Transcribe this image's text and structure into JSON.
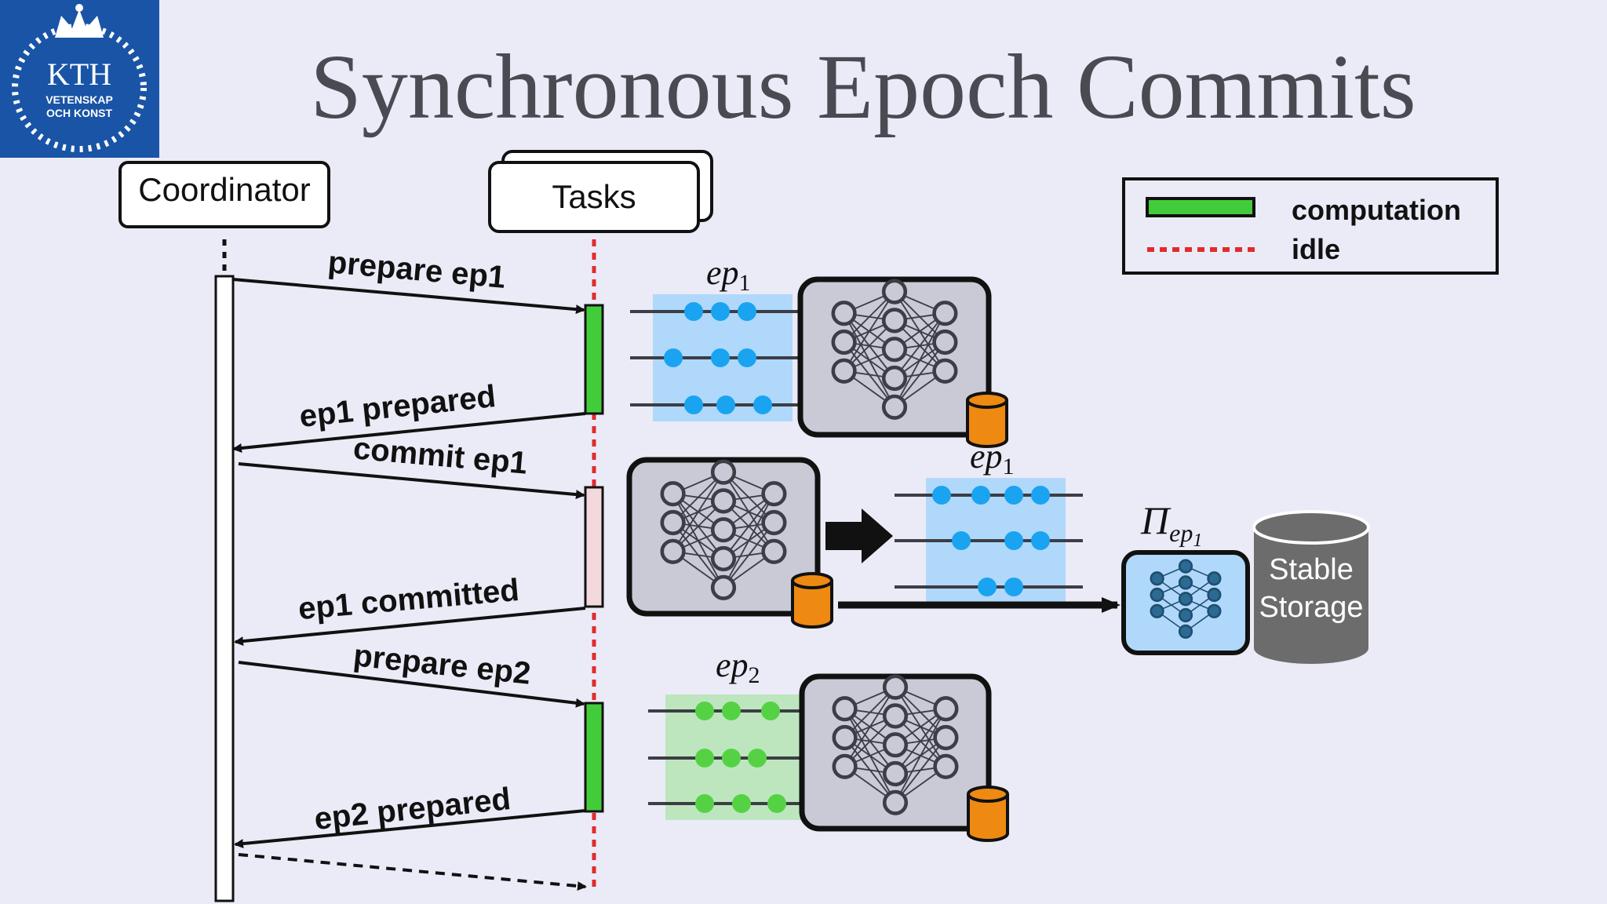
{
  "slide": {
    "title": "Synchronous Epoch Commits",
    "logo": {
      "name": "KTH",
      "line1": "VETENSKAP",
      "line2": "OCH KONST"
    }
  },
  "actors": {
    "coordinator": "Coordinator",
    "tasks": "Tasks"
  },
  "messages": [
    {
      "label": "prepare ep1"
    },
    {
      "label": "ep1 prepared"
    },
    {
      "label": "commit ep1"
    },
    {
      "label": "ep1 committed"
    },
    {
      "label": "prepare ep2"
    },
    {
      "label": "ep2 prepared"
    }
  ],
  "legend": {
    "computation": "computation",
    "idle": "idle"
  },
  "epochs": {
    "ep1_a": "ep",
    "ep1_b": "ep",
    "ep2": "ep",
    "ep1_sub": "1",
    "ep2_sub": "2"
  },
  "snapshot": {
    "pi": "Π",
    "sub": "ep",
    "sub_index": "1"
  },
  "storage": {
    "line1": "Stable",
    "line2": "Storage"
  },
  "colors": {
    "background": "#ebebf7",
    "kth_blue": "#1954a6",
    "computation": "#43cc3a",
    "idle": "#e22b2b",
    "event_blue": "#1aa3f0",
    "event_green": "#55d244",
    "buffer_blue": "#b0d8fa",
    "buffer_green": "#bde6bf",
    "db_orange": "#ee8a12",
    "storage_gray": "#6c6c6c",
    "model_box": "#c9cad6"
  }
}
